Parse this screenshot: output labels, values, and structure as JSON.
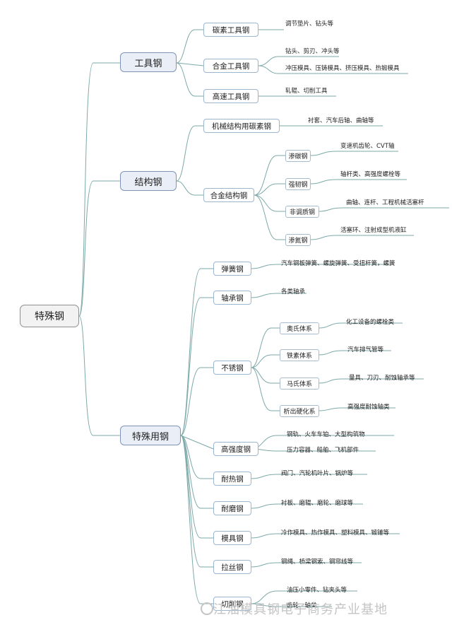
{
  "root": "特殊钢",
  "branches": {
    "tool": {
      "label": "工具钢",
      "carbon": {
        "label": "碳素工具钢",
        "leaf": "调节垫片、钻头等"
      },
      "alloy": {
        "label": "合金工具钢",
        "leaf1": "钻头、剪刃、冲头等",
        "leaf2": "冲压模具、压铸模具、挤压模具、热锻模具"
      },
      "highspeed": {
        "label": "高速工具钢",
        "leaf": "轧辊、切削工具"
      }
    },
    "structural": {
      "label": "结构钢",
      "carbon": {
        "label": "机械结构用碳素钢",
        "leaf": "衬套、汽车后轴、曲轴等"
      },
      "alloy": {
        "label": "合金结构钢",
        "carburized": {
          "label": "渗碳钢",
          "leaf": "变速机齿轮、CVT轴"
        },
        "tough": {
          "label": "强韧钢",
          "leaf": "轴杆类、高强度螺栓等"
        },
        "nonquenched": {
          "label": "非调质钢",
          "leaf": "曲轴、连杆、工程机械活塞杆"
        },
        "nitrided": {
          "label": "渗氮钢",
          "leaf": "活塞环、注射成型机液缸"
        }
      }
    },
    "special": {
      "label": "特殊用钢",
      "spring": {
        "label": "弹簧钢",
        "leaf": "汽车钢板弹簧、螺旋弹簧、受扭杆簧，螺簧"
      },
      "bearing": {
        "label": "轴承钢",
        "leaf": "各类轴承"
      },
      "stainless": {
        "label": "不锈钢",
        "austenitic": {
          "label": "奥氏体系",
          "leaf": "化工设备的螺栓类"
        },
        "ferritic": {
          "label": "铁素体系",
          "leaf": "汽车排气管等"
        },
        "martensitic": {
          "label": "马氏体系",
          "leaf": "量具、刀刃、耐蚀轴承等"
        },
        "precipitation": {
          "label": "析出硬化系",
          "leaf": "高强度耐蚀轴类"
        }
      },
      "highstrength": {
        "label": "高强度钢",
        "leaf1": "钢轨、火车车铂、大型构筑物",
        "leaf2": "压力容器、船舶、飞机部件"
      },
      "heatres": {
        "label": "耐热钢",
        "leaf": "阀门、汽轮机叶片、锅炉等"
      },
      "wearres": {
        "label": "耐磨钢",
        "leaf": "衬板、磨辊、磨轮、磨球等"
      },
      "mold": {
        "label": "模具钢",
        "leaf": "冷作模具、热作模具、塑料模具、锻锤等"
      },
      "wire": {
        "label": "拉丝钢",
        "leaf": "钢绳、桥梁钢索、钢帘线等"
      },
      "freecut": {
        "label": "切削钢",
        "leaf1": "油压小零件、钻夹头等",
        "leaf2": "齿轮、轴类"
      }
    }
  },
  "watermark": "江油模具钢电子商务产业基地",
  "colors": {
    "connector": "#7da9a9"
  }
}
